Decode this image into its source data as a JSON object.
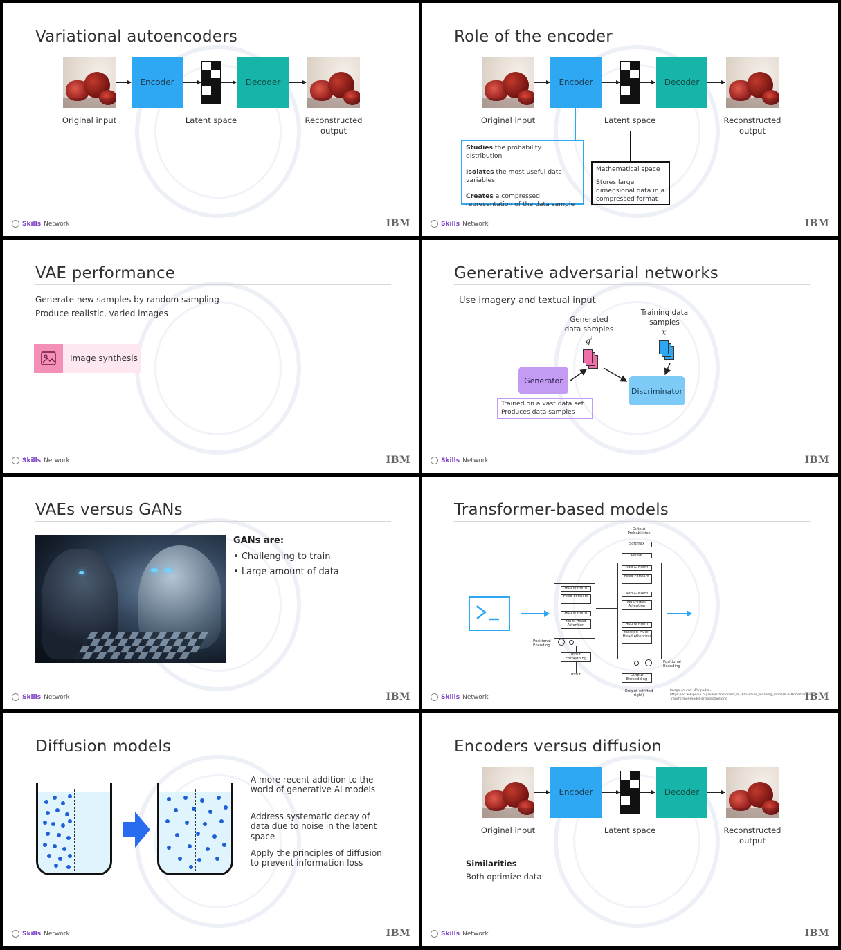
{
  "brand": {
    "skills": "Skills",
    "network": "Network",
    "ibm": "IBM"
  },
  "slides": [
    {
      "title": "Variational autoencoders",
      "encoder": "Encoder",
      "decoder": "Decoder",
      "original_input": "Original input",
      "latent_space": "Latent space",
      "reconstructed_output": "Reconstructed output"
    },
    {
      "title": "Role of the encoder",
      "encoder": "Encoder",
      "decoder": "Decoder",
      "original_input": "Original input",
      "latent_space": "Latent space",
      "reconstructed_output": "Reconstructed output",
      "encoder_box": [
        {
          "bold": "Studies",
          "rest": " the probability distribution"
        },
        {
          "bold": "Isolates",
          "rest": " the most useful data variables"
        },
        {
          "bold": "Creates",
          "rest": " a compressed representation of the data sample"
        }
      ],
      "latent_box": {
        "line1": "Mathematical space",
        "line2": "Stores large dimensional data in a compressed format"
      }
    },
    {
      "title": "VAE performance",
      "bullets": [
        "Generate new samples by random sampling",
        "Produce realistic, varied images"
      ],
      "card_label": "Image synthesis",
      "card_icon": "image-icon"
    },
    {
      "title": "Generative adversarial networks",
      "subtitle": "Use imagery and textual input",
      "generated": "Generated data samples",
      "training": "Training data samples",
      "g_label": "g",
      "g_sup": "i",
      "x_label": "x",
      "x_sup": "i",
      "generator": "Generator",
      "discriminator": "Discriminator",
      "gen_note": [
        "Trained on a vast data set",
        "Produces data samples"
      ]
    },
    {
      "title": "VAEs versus GANs",
      "heading": "GANs are:",
      "bullets": [
        "Challenging to train",
        "Large amount of data"
      ]
    },
    {
      "title": "Transformer-based models",
      "arch": {
        "out_prob": "Output Probabilities",
        "softmax": "Softmax",
        "linear": "Linear",
        "add_norm": "Add & Norm",
        "feed_forward": "Feed Forward",
        "mha": "Multi-Head Attention",
        "masked_mha": "Masked Multi-Head Attention",
        "pos_enc": "Positional Encoding",
        "input_emb": "Input Embedding",
        "output_emb": "Output Embedding",
        "inputs": "Input",
        "outputs": "Output (shifted right)"
      },
      "source": "Image source: Wikipedia -https://en.wikipedia.org/wiki/Transformer_%28machine_learning_model%29#/media/File:The-Transformer-model-architecture.png"
    },
    {
      "title": "Diffusion models",
      "points": [
        "A more recent addition to the world of generative AI models",
        "Address systematic decay of data due to noise in the latent space",
        "Apply the principles of diffusion to prevent information loss"
      ]
    },
    {
      "title": "Encoders versus diffusion",
      "encoder": "Encoder",
      "decoder": "Decoder",
      "original_input": "Original input",
      "latent_space": "Latent space",
      "reconstructed_output": "Reconstructed output",
      "similarities": "Similarities",
      "sim_text": "Both optimize data:"
    }
  ]
}
